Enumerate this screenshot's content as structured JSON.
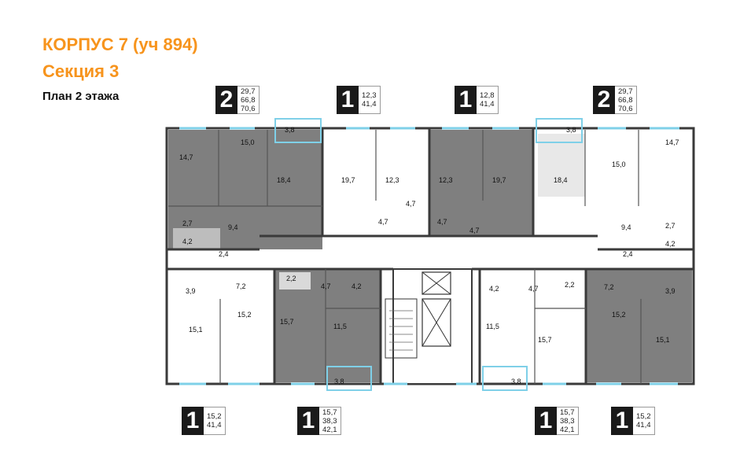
{
  "header": {
    "title": "КОРПУС 7 (уч 894)",
    "section": "Секция 3",
    "floor_plan": "План 2 этажа"
  },
  "badges": [
    {
      "rooms": "2",
      "values": [
        "29,7",
        "66,8",
        "70,6"
      ]
    },
    {
      "rooms": "1",
      "values": [
        "12,3",
        "41,4"
      ]
    },
    {
      "rooms": "1",
      "values": [
        "12,8",
        "41,4"
      ]
    },
    {
      "rooms": "2",
      "values": [
        "29,7",
        "66,8",
        "70,6"
      ]
    },
    {
      "rooms": "1",
      "values": [
        "15,2",
        "41,4"
      ]
    },
    {
      "rooms": "1",
      "values": [
        "15,7",
        "38,3",
        "42,1"
      ]
    },
    {
      "rooms": "1",
      "values": [
        "15,7",
        "38,3",
        "42,1"
      ]
    },
    {
      "rooms": "1",
      "values": [
        "15,2",
        "41,4"
      ]
    }
  ],
  "room_areas": [
    "14,7",
    "15,0",
    "3,8",
    "18,4",
    "19,7",
    "12,3",
    "12,3",
    "19,7",
    "18,4",
    "3,8",
    "15,0",
    "14,7",
    "4,7",
    "4,7",
    "4,7",
    "4,7",
    "2,7",
    "9,4",
    "4,2",
    "2,4",
    "9,4",
    "2,7",
    "2,4",
    "4,2",
    "2,2",
    "4,7",
    "4,2",
    "4,2",
    "4,7",
    "2,2",
    "7,2",
    "7,2",
    "3,9",
    "3,9",
    "15,1",
    "15,2",
    "15,7",
    "11,5",
    "11,5",
    "15,7",
    "15,2",
    "15,1",
    "3,8",
    "3,8"
  ],
  "colors": {
    "title": "#f7941d",
    "unit_fill": "#7f7f7f",
    "wall": "#3a3a3a",
    "window": "#7fd0e8"
  }
}
